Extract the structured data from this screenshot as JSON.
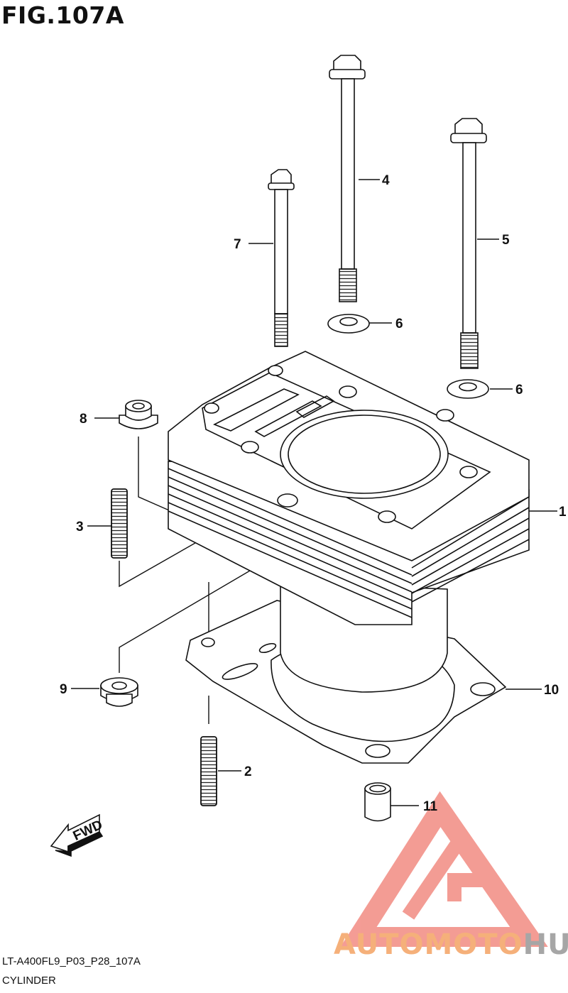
{
  "figure": {
    "title": "FIG.107A"
  },
  "callouts": [
    {
      "id": "1",
      "label": "1"
    },
    {
      "id": "2",
      "label": "2"
    },
    {
      "id": "3",
      "label": "3"
    },
    {
      "id": "4",
      "label": "4"
    },
    {
      "id": "5",
      "label": "5"
    },
    {
      "id": "6a",
      "label": "6"
    },
    {
      "id": "6b",
      "label": "6"
    },
    {
      "id": "7",
      "label": "7"
    },
    {
      "id": "8",
      "label": "8"
    },
    {
      "id": "9",
      "label": "9"
    },
    {
      "id": "10",
      "label": "10"
    },
    {
      "id": "11",
      "label": "11"
    }
  ],
  "direction_arrow": {
    "label": "FWD"
  },
  "footer": {
    "code": "LT-A400FL9_P03_P28_107A",
    "name": "CYLINDER"
  },
  "watermark": {
    "part1": "AUTOMOTO",
    "part2": "HUB",
    "color1": "#f5b07a",
    "color2": "#a6a6a6",
    "logo_color": "#f28b82"
  }
}
